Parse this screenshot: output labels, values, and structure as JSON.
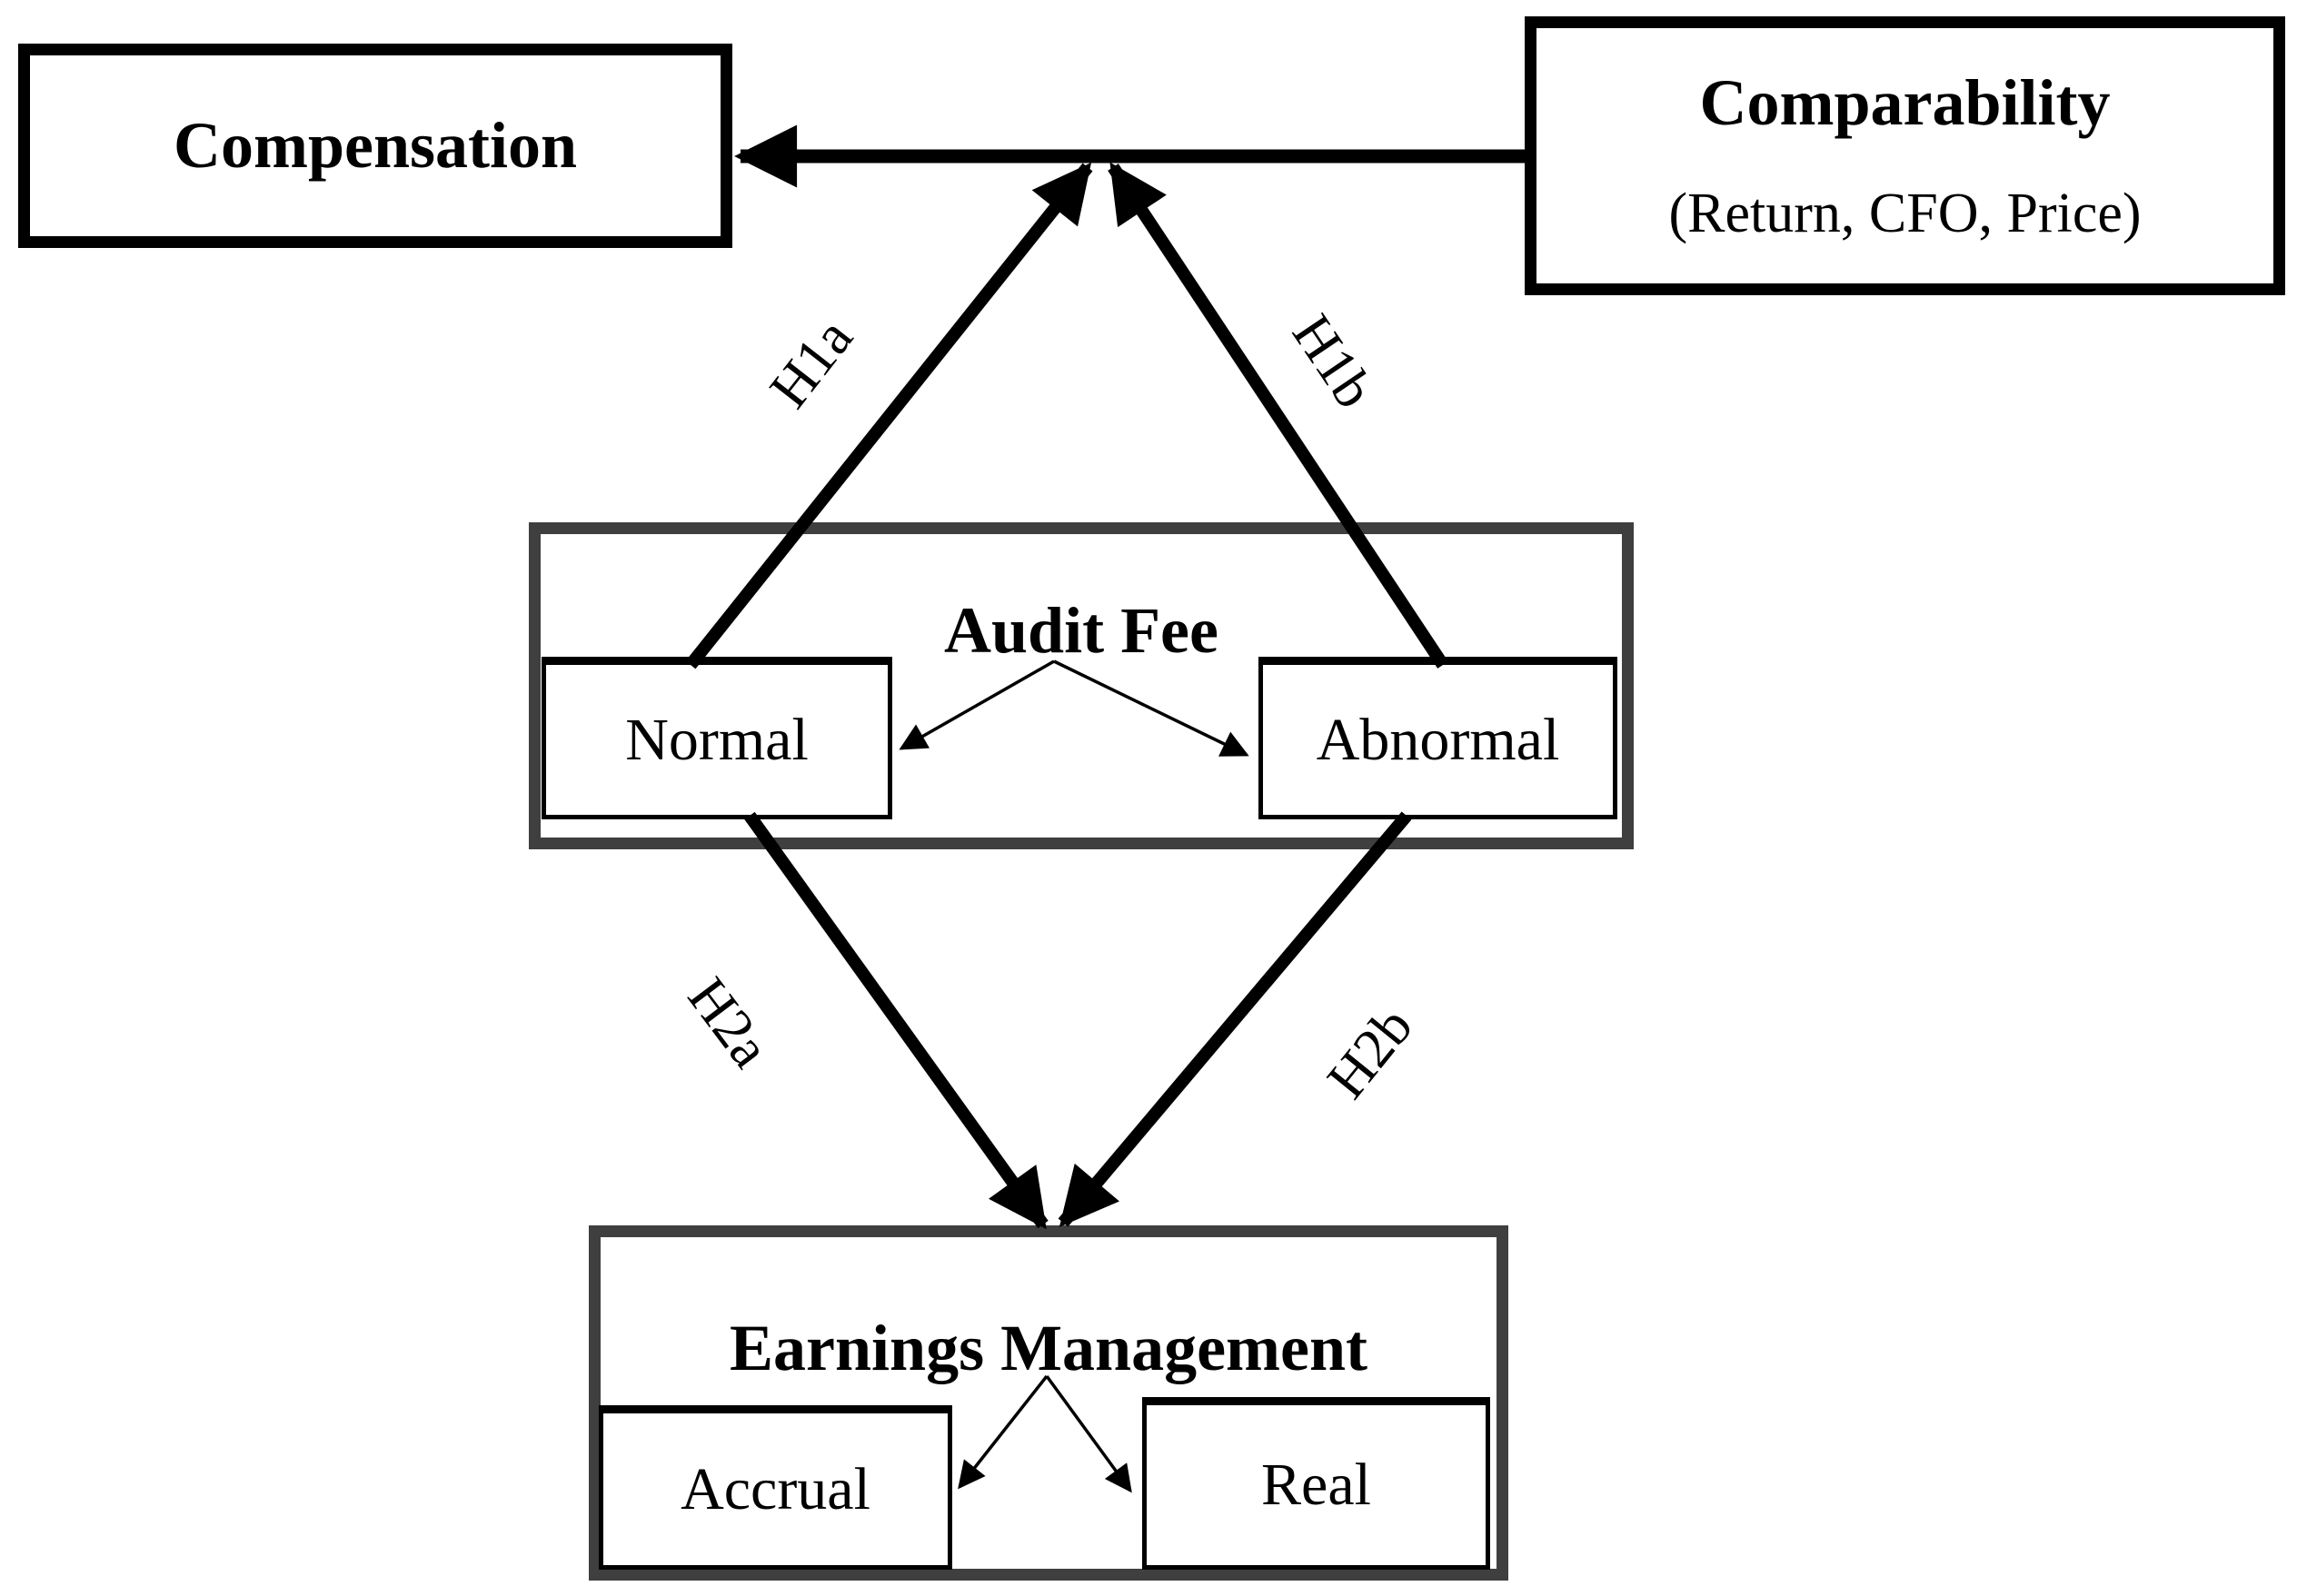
{
  "boxes": {
    "compensation": {
      "label": "Compensation"
    },
    "comparability": {
      "title": "Comparability",
      "subtitle": "(Return, CFO, Price)"
    },
    "audit_fee": {
      "title": "Audit Fee",
      "sub_left": "Normal",
      "sub_right": "Abnormal"
    },
    "earnings_management": {
      "title": "Earnings Management",
      "sub_left": "Accrual",
      "sub_right": "Real"
    }
  },
  "hypothesis_labels": {
    "h1a": "H1a",
    "h1b": "H1b",
    "h2a": "H2a",
    "h2b": "H2b"
  },
  "colors": {
    "ink": "#000000",
    "container_border": "#3f3f3f",
    "background": "#ffffff"
  }
}
